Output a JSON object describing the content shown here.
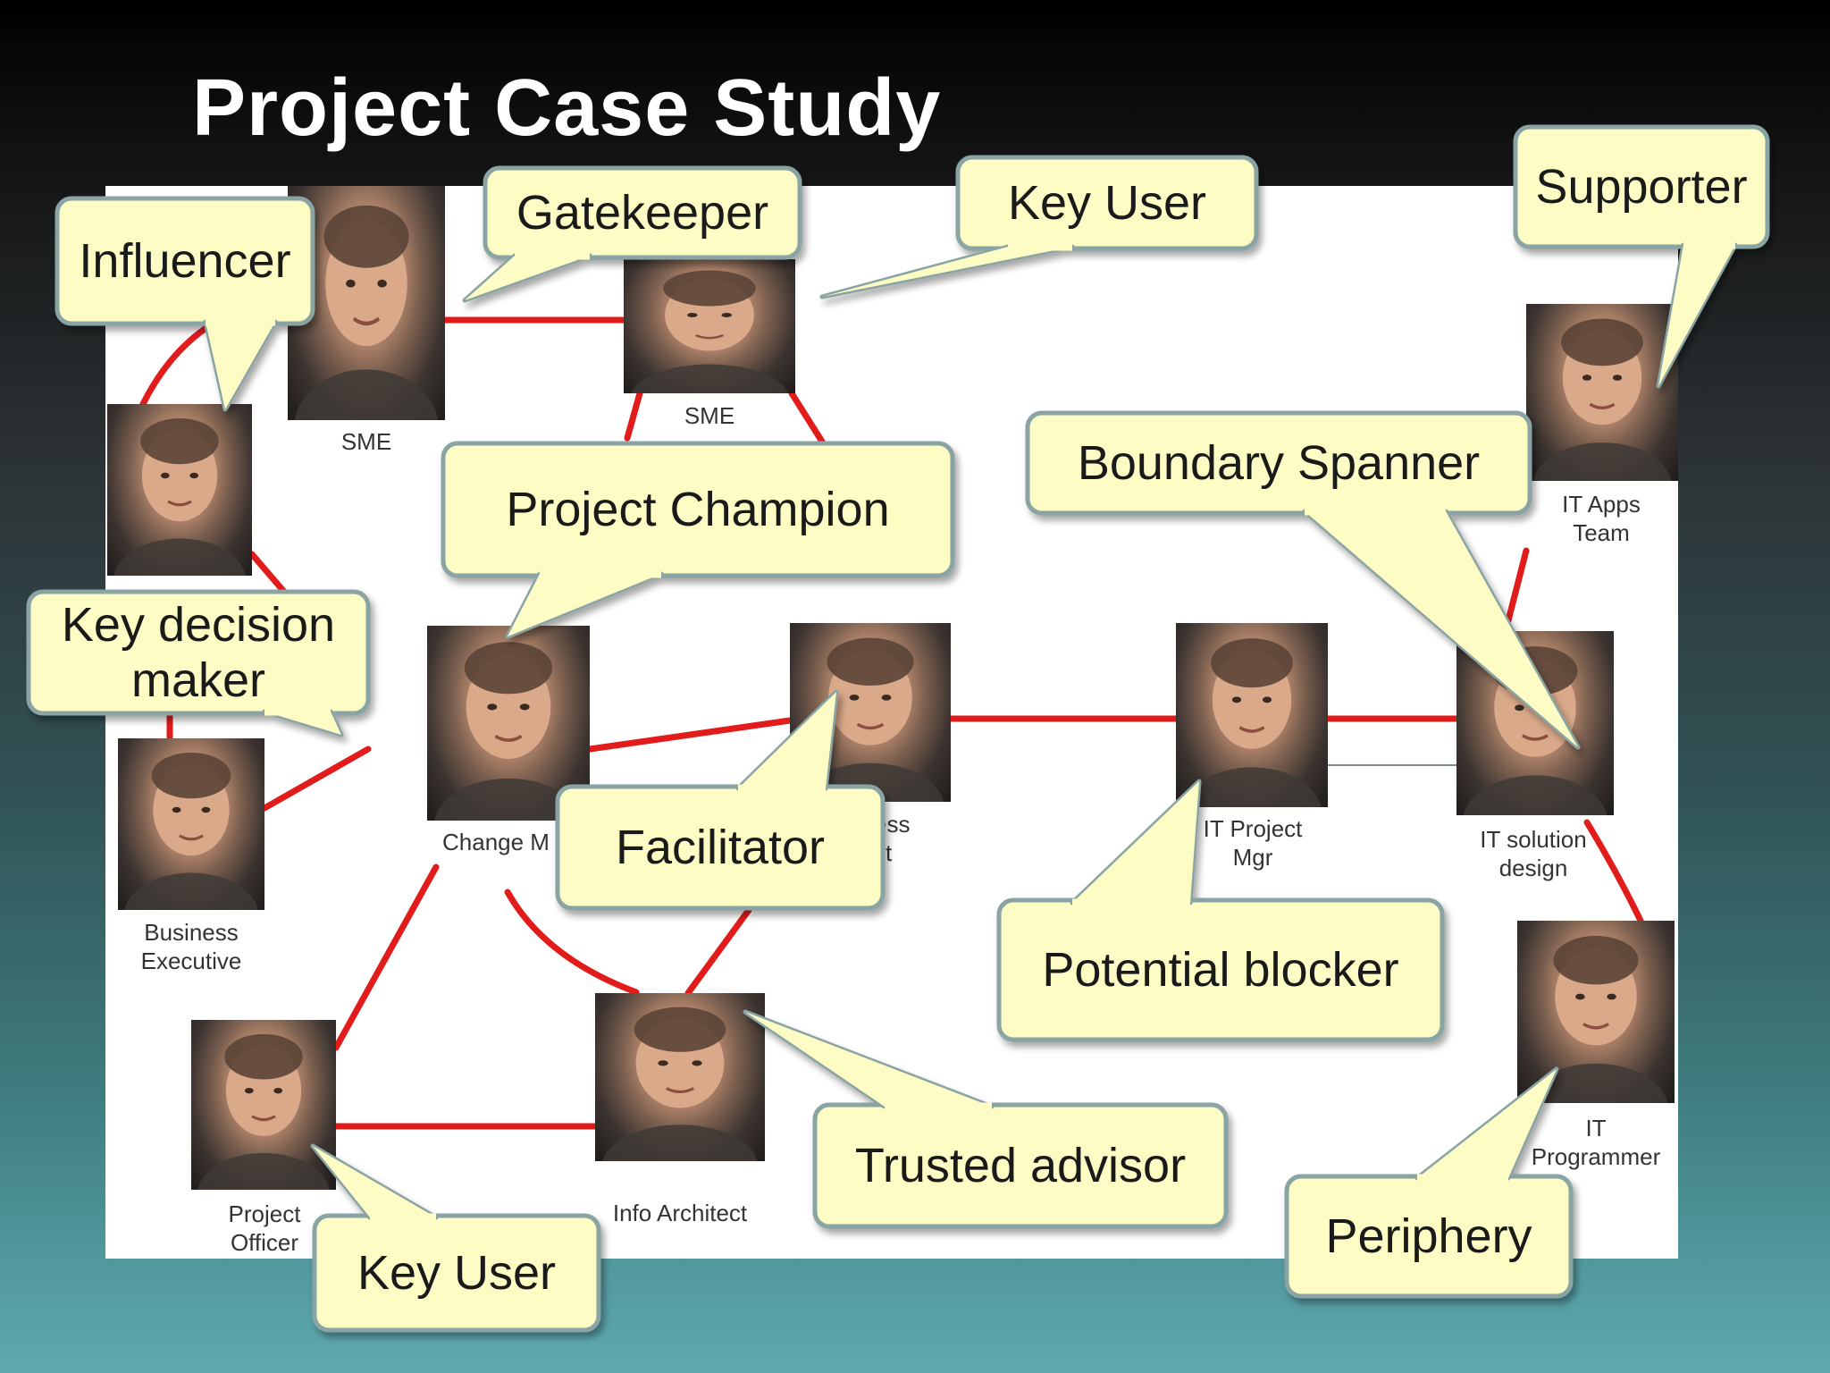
{
  "title": "Project Case Study",
  "colors": {
    "link_line": "#e21b1b",
    "callout_fill": "#fcfcc4",
    "callout_border": "#8aa4a4",
    "panel_fill": "#ffffff",
    "title_text": "#ffffff"
  },
  "people": [
    {
      "id": "sme-left",
      "label_lines": [
        "SME"
      ]
    },
    {
      "id": "sme-center",
      "label_lines": [
        "SME"
      ]
    },
    {
      "id": "it-apps-team",
      "label_lines": [
        "IT Apps",
        "Team"
      ]
    },
    {
      "id": "unnamed-child-photo",
      "label_lines": []
    },
    {
      "id": "change-manager",
      "label_lines": [
        "Change M"
      ]
    },
    {
      "id": "business-analyst",
      "label_lines": [
        "ess",
        "st"
      ]
    },
    {
      "id": "it-project-mgr",
      "label_lines": [
        "IT Project",
        "Mgr"
      ]
    },
    {
      "id": "it-solution-design",
      "label_lines": [
        "IT solution",
        "design"
      ]
    },
    {
      "id": "business-executive",
      "label_lines": [
        "Business",
        "Executive"
      ]
    },
    {
      "id": "project-officer",
      "label_lines": [
        "Project",
        "Officer"
      ]
    },
    {
      "id": "info-architect",
      "label_lines": [
        "Info Architect"
      ]
    },
    {
      "id": "it-programmer",
      "label_lines": [
        "IT",
        "Programmer"
      ]
    }
  ],
  "callouts": [
    {
      "id": "influencer",
      "lines": [
        "Influencer"
      ]
    },
    {
      "id": "gatekeeper",
      "lines": [
        "Gatekeeper"
      ]
    },
    {
      "id": "key-user-top",
      "lines": [
        "Key User"
      ]
    },
    {
      "id": "supporter",
      "lines": [
        "Supporter"
      ]
    },
    {
      "id": "boundary-spanner",
      "lines": [
        "Boundary Spanner"
      ]
    },
    {
      "id": "project-champion",
      "lines": [
        "Project Champion"
      ]
    },
    {
      "id": "key-decision-maker",
      "lines": [
        "Key decision",
        "maker"
      ]
    },
    {
      "id": "facilitator",
      "lines": [
        "Facilitator"
      ]
    },
    {
      "id": "potential-blocker",
      "lines": [
        "Potential blocker"
      ]
    },
    {
      "id": "trusted-advisor",
      "lines": [
        "Trusted advisor"
      ]
    },
    {
      "id": "key-user-bottom",
      "lines": [
        "Key User"
      ]
    },
    {
      "id": "periphery",
      "lines": [
        "Periphery"
      ]
    }
  ]
}
